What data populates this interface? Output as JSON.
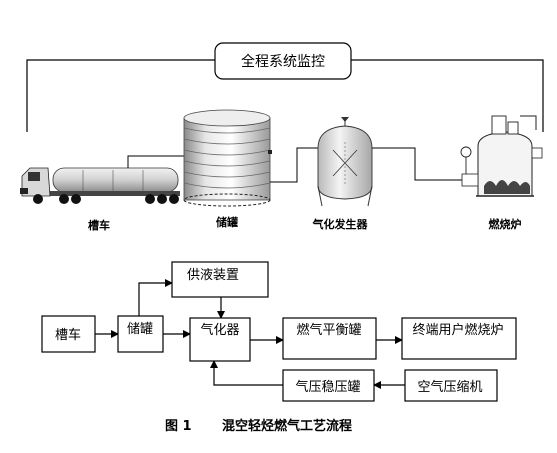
{
  "top_diagram": {
    "monitor_label": "全程系统监控",
    "equipment": {
      "tanker_truck": "槽车",
      "storage_tank": "储罐",
      "gasifier": "气化发生器",
      "furnace": "燃烧炉"
    }
  },
  "flow_diagram": {
    "nodes": {
      "tanker": "槽车",
      "storage": "储罐",
      "liquid_supply": "供液装置",
      "gasifier": "气化器",
      "gas_balance_tank": "燃气平衡罐",
      "end_furnace": "终端用户燃烧炉",
      "pressure_tank": "气压稳压罐",
      "air_compressor": "空气压缩机"
    }
  },
  "caption": {
    "number": "图 1",
    "title": "混空轻烃燃气工艺流程"
  }
}
